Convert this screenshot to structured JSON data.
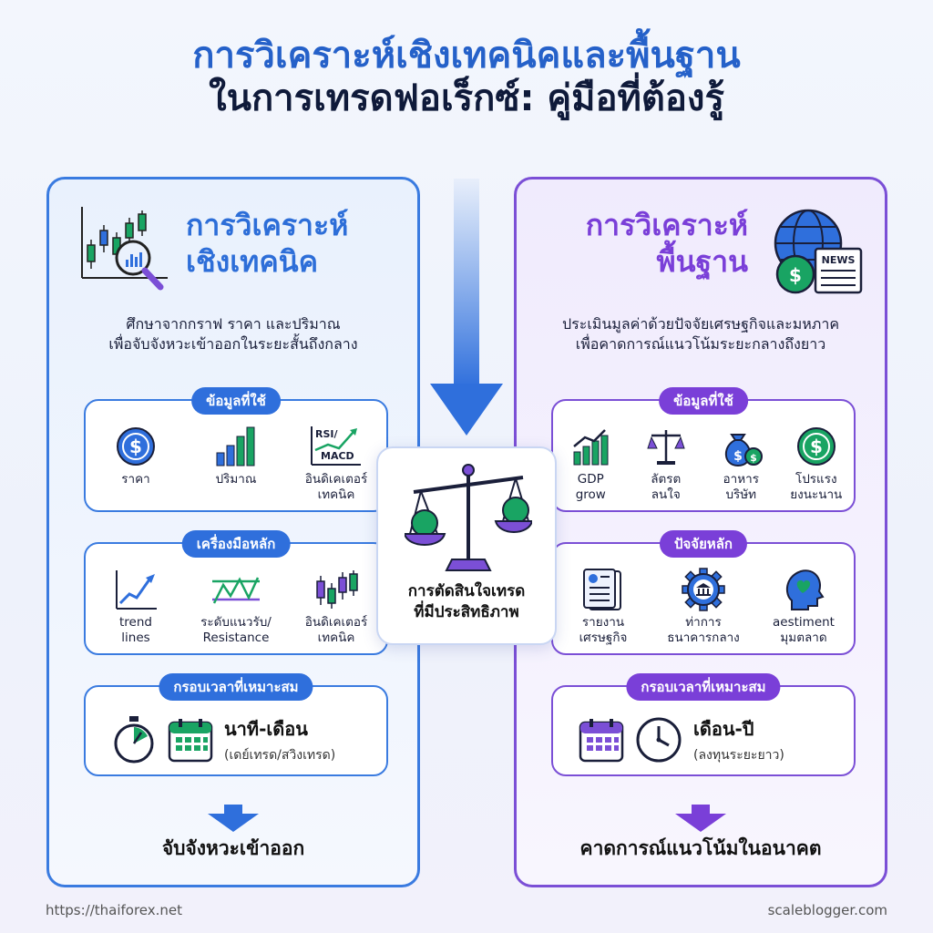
{
  "title": {
    "line1": "การวิเคราะห์เชิงเทคนิคและพื้นฐาน",
    "line2": "ในการเทรดฟอเร็กซ์: คู่มือที่ต้องรู้"
  },
  "colors": {
    "technical": "#2f6fdc",
    "fundamental": "#7a3fd8",
    "accent_green": "#19a463"
  },
  "technical": {
    "heading1": "การวิเคราะห์",
    "heading2": "เชิงเทคนิค",
    "desc1": "ศึกษาจากกราฟ ราคา และปริมาณ",
    "desc2": "เพื่อจับจังหวะเข้าออกในระยะสั้นถึงกลาง",
    "data_label": "ข้อมูลที่ใช้",
    "data_items": [
      {
        "icon": "dollar-coin-icon",
        "line1": "ราคา",
        "line2": ""
      },
      {
        "icon": "volume-bars-icon",
        "line1": "ปริมาณ",
        "line2": ""
      },
      {
        "icon": "rsi-macd-icon",
        "line1": "อินดิเคเตอร์",
        "line2": "เทคนิค",
        "icon_text1": "RSI/",
        "icon_text2": "MACD"
      }
    ],
    "tools_label": "เครื่องมือหลัก",
    "tools_items": [
      {
        "icon": "trend-line-icon",
        "line1": "trend",
        "line2": "lines"
      },
      {
        "icon": "support-resistance-icon",
        "line1": "ระดับแนวรับ/",
        "line2": "Resistance"
      },
      {
        "icon": "candlestick-icon",
        "line1": "อินดิเคเตอร์",
        "line2": "เทคนิค"
      }
    ],
    "timeframe_label": "กรอบเวลาที่เหมาะสม",
    "timeframe_main": "นาที-เดือน",
    "timeframe_sub": "(เดย์เทรด/สวิงเทรด)",
    "bottom": "จับจังหวะเข้าออก"
  },
  "fundamental": {
    "heading1": "การวิเคราะห์",
    "heading2": "พื้นฐาน",
    "desc1": "ประเมินมูลค่าด้วยปัจจัยเศรษฐกิจและมหภาค",
    "desc2": "เพื่อคาดการณ์แนวโน้มระยะกลางถึงยาว",
    "data_label": "ข้อมูลที่ใช้",
    "data_items": [
      {
        "icon": "gdp-growth-icon",
        "line1": "GDP",
        "line2": "grow"
      },
      {
        "icon": "balance-icon",
        "line1": "ลัตรต",
        "line2": "ลนใจ"
      },
      {
        "icon": "money-bag-icon",
        "line1": "อาหาร",
        "line2": "บริษัท"
      },
      {
        "icon": "dollar-coin-icon",
        "line1": "โปรแรง",
        "line2": "ยงนะนาน"
      }
    ],
    "factors_label": "ปัจจัยหลัก",
    "factors_items": [
      {
        "icon": "report-icon",
        "line1": "รายงาน",
        "line2": "เศรษฐกิจ"
      },
      {
        "icon": "central-bank-gear-icon",
        "line1": "ท่าการ",
        "line2": "ธนาคารกลาง"
      },
      {
        "icon": "sentiment-head-icon",
        "line1": "aestiment",
        "line2": "มุมตลาด"
      }
    ],
    "timeframe_label": "กรอบเวลาที่เหมาะสม",
    "timeframe_main": "เดือน-ปี",
    "timeframe_sub": "(ลงทุนระยะยาว)",
    "bottom": "คาดการณ์แนวโน้มในอนาคต"
  },
  "center": {
    "line1": "การตัดสินใจเทรด",
    "line2": "ที่มีประสิทธิภาพ"
  },
  "footer": {
    "left": "https://thaiforex.net",
    "right": "scaleblogger.com"
  }
}
